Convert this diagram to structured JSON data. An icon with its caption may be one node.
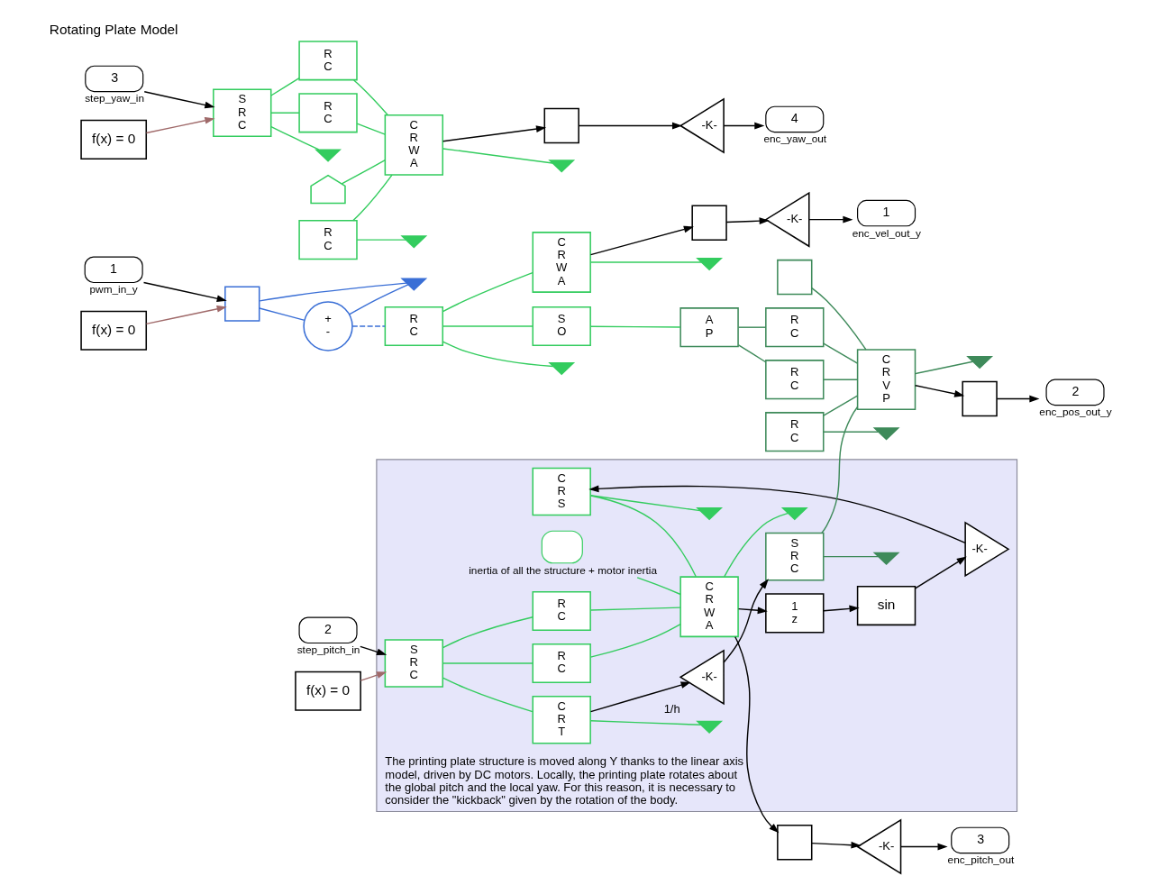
{
  "diagram": {
    "nodes": [
      {
        "text": [
          "1"
        ],
        "beside": [
          "pwm_in_y"
        ]
      },
      {
        "text": [
          "f(x) = 0"
        ]
      },
      {
        "text": [],
        "shape": "box"
      },
      {
        "text": [
          "+",
          "-"
        ]
      },
      {
        "text": [],
        "shape": "ground"
      },
      {
        "text": [
          "R",
          "C"
        ]
      },
      {
        "text": [],
        "shape": "ground"
      },
      {
        "text": [
          "C",
          "R",
          "W",
          "A"
        ]
      },
      {
        "text": [],
        "shape": "ground"
      },
      {
        "text": [],
        "shape": "box"
      },
      {
        "text": [
          "-K-"
        ]
      },
      {
        "text": [
          "1"
        ],
        "beside": [
          "enc_vel_out_y"
        ]
      },
      {
        "text": [
          "S",
          "O"
        ]
      },
      {
        "text": [
          "A",
          "P"
        ]
      },
      {
        "text": [
          "R",
          "C"
        ]
      },
      {
        "text": [
          "R",
          "C"
        ]
      },
      {
        "text": [],
        "shape": "box"
      },
      {
        "text": [
          "R",
          "C"
        ]
      },
      {
        "text": [],
        "shape": "ground"
      },
      {
        "text": [
          "C",
          "R",
          "V",
          "P"
        ]
      },
      {
        "text": [],
        "shape": "ground"
      },
      {
        "text": [],
        "shape": "box"
      },
      {
        "text": [
          "2"
        ],
        "beside": [
          "enc_pos_out_y"
        ]
      },
      {
        "text": [
          "The printing plate structure is moved along Y thanks to the linear axis model, driven by DC motors. Locally, the printing plate rotates about the global pitch and the local yaw. For this reason, it is necessary to consider the \"kickback\" given by the rotation of the body."
        ]
      },
      {
        "text": [
          "C",
          "R",
          "S"
        ],
        "in": 23
      },
      {
        "text": [],
        "shape": "ground",
        "in": 23
      },
      {
        "text": [
          "-K-"
        ],
        "in": 23
      },
      {
        "text": [
          "sin"
        ],
        "in": 23
      },
      {
        "text": [
          "1",
          "z"
        ],
        "in": 23
      },
      {
        "text": [
          "2"
        ],
        "beside": [
          "step_pitch_in"
        ]
      },
      {
        "text": [
          "S",
          "R",
          "C"
        ],
        "in": 23
      },
      {
        "text": [
          "R",
          "C"
        ],
        "in": 23
      },
      {
        "text": [
          "R",
          "C"
        ],
        "in": 23
      },
      {
        "text": [],
        "shape": "dome",
        "beside": [
          "inertia of all the structure + motor inertia"
        ],
        "in": 23
      },
      {
        "text": [
          "C",
          "R",
          "W",
          "A"
        ],
        "in": 23
      },
      {
        "text": [],
        "shape": "ground",
        "in": 23
      },
      {
        "text": [],
        "shape": "box"
      },
      {
        "text": [
          "-K-"
        ]
      },
      {
        "text": [
          "3"
        ],
        "beside": [
          "enc_pitch_out"
        ]
      },
      {
        "text": [
          "f(x) = 0"
        ]
      },
      {
        "text": [
          "C",
          "R",
          "T"
        ],
        "in": 23
      },
      {
        "text": [],
        "shape": "ground",
        "in": 23
      },
      {
        "text": [
          "-K-"
        ],
        "beside": [
          "1/h"
        ],
        "in": 23
      },
      {
        "text": [
          "S",
          "R",
          "C"
        ],
        "in": 23
      },
      {
        "text": [],
        "shape": "ground",
        "in": 23
      },
      {
        "text": [
          "3"
        ],
        "beside": [
          "step_yaw_in"
        ]
      },
      {
        "text": [
          "S",
          "R",
          "C"
        ]
      },
      {
        "text": [
          "R",
          "C"
        ]
      },
      {
        "text": [
          "R",
          "C"
        ]
      },
      {
        "text": [
          "R",
          "C"
        ]
      },
      {
        "text": [],
        "shape": "dome"
      },
      {
        "text": [
          "C",
          "R",
          "W",
          "A"
        ]
      },
      {
        "text": [],
        "shape": "box"
      },
      {
        "text": [
          "-K-"
        ]
      },
      {
        "text": [
          "4"
        ],
        "beside": [
          "enc_yaw_out"
        ]
      },
      {
        "text": [],
        "shape": "ground"
      },
      {
        "text": [
          "f(x) = 0"
        ]
      },
      {
        "text": [],
        "shape": "ground"
      },
      {
        "text": [],
        "shape": "ground"
      }
    ],
    "edges": [
      {
        "from": 0,
        "to": 2,
        "arrow": "to",
        "color": "#000000"
      },
      {
        "from": 1,
        "to": 2,
        "arrow": "to",
        "color": "#a06a6a"
      },
      {
        "from": 2,
        "to": 3,
        "arrow": "none",
        "color": "#3a6fd6"
      },
      {
        "from": 2,
        "to": 4,
        "arrow": "none",
        "color": "#3a6fd6"
      },
      {
        "from": 3,
        "to": 4,
        "arrow": "none",
        "color": "#3a6fd6"
      },
      {
        "from": 3,
        "to": 5,
        "arrow": "none",
        "style": "dashed",
        "color": "#3a6fd6"
      },
      {
        "from": 5,
        "to": 7,
        "arrow": "none",
        "color": "#33cc5e"
      },
      {
        "from": 5,
        "to": 12,
        "arrow": "none",
        "color": "#33cc5e"
      },
      {
        "from": 5,
        "to": 6,
        "arrow": "none",
        "color": "#33cc5e"
      },
      {
        "from": 7,
        "to": 8,
        "arrow": "none",
        "color": "#33cc5e"
      },
      {
        "from": 7,
        "to": 9,
        "arrow": "to",
        "color": "#000000"
      },
      {
        "from": 9,
        "to": 10,
        "arrow": "to",
        "color": "#000000"
      },
      {
        "from": 10,
        "to": 11,
        "arrow": "to",
        "color": "#000000"
      },
      {
        "from": 12,
        "to": 13,
        "arrow": "none",
        "color": "#33cc5e"
      },
      {
        "from": 13,
        "to": 14,
        "arrow": "none",
        "color": "#3e8a5a"
      },
      {
        "from": 13,
        "to": 15,
        "arrow": "none",
        "color": "#3e8a5a"
      },
      {
        "from": 14,
        "to": 19,
        "arrow": "none",
        "color": "#3e8a5a"
      },
      {
        "from": 15,
        "to": 19,
        "arrow": "none",
        "color": "#3e8a5a"
      },
      {
        "from": 16,
        "to": 19,
        "arrow": "none",
        "color": "#3e8a5a"
      },
      {
        "from": 17,
        "to": 19,
        "arrow": "none",
        "color": "#3e8a5a"
      },
      {
        "from": 43,
        "to": 19,
        "arrow": "none",
        "color": "#3e8a5a"
      },
      {
        "from": 17,
        "to": 18,
        "arrow": "none",
        "color": "#3e8a5a"
      },
      {
        "from": 19,
        "to": 20,
        "arrow": "none",
        "color": "#3e8a5a"
      },
      {
        "from": 19,
        "to": 21,
        "arrow": "to",
        "color": "#000000"
      },
      {
        "from": 21,
        "to": 22,
        "arrow": "to",
        "color": "#000000"
      },
      {
        "from": 29,
        "to": 30,
        "arrow": "to",
        "color": "#000000"
      },
      {
        "from": 39,
        "to": 30,
        "arrow": "to",
        "color": "#a06a6a"
      },
      {
        "from": 30,
        "to": 31,
        "arrow": "none",
        "color": "#33cc5e"
      },
      {
        "from": 30,
        "to": 32,
        "arrow": "none",
        "color": "#33cc5e"
      },
      {
        "from": 31,
        "to": 34,
        "arrow": "none",
        "color": "#33cc5e"
      },
      {
        "from": 32,
        "to": 34,
        "arrow": "none",
        "color": "#33cc5e"
      },
      {
        "from": 24,
        "to": 34,
        "arrow": "none",
        "color": "#33cc5e"
      },
      {
        "from": 33,
        "to": 34,
        "arrow": "none",
        "color": "#33cc5e"
      },
      {
        "from": 24,
        "to": 25,
        "arrow": "none",
        "color": "#33cc5e"
      },
      {
        "from": 26,
        "to": 24,
        "arrow": "to",
        "color": "#000000"
      },
      {
        "from": 27,
        "to": 26,
        "arrow": "to",
        "color": "#000000"
      },
      {
        "from": 28,
        "to": 27,
        "arrow": "to",
        "color": "#000000"
      },
      {
        "from": 34,
        "to": 36,
        "arrow": "to",
        "color": "#000000"
      },
      {
        "from": 34,
        "to": 28,
        "arrow": "to",
        "color": "#000000"
      },
      {
        "from": 34,
        "to": 35,
        "arrow": "none",
        "color": "#33cc5e"
      },
      {
        "from": 36,
        "to": 37,
        "arrow": "to",
        "color": "#000000"
      },
      {
        "from": 37,
        "to": 38,
        "arrow": "to",
        "color": "#000000"
      },
      {
        "from": 30,
        "to": 40,
        "arrow": "none",
        "color": "#33cc5e"
      },
      {
        "from": 40,
        "to": 41,
        "arrow": "none",
        "color": "#33cc5e"
      },
      {
        "from": 40,
        "to": 42,
        "arrow": "to",
        "color": "#000000"
      },
      {
        "from": 42,
        "to": 43,
        "arrow": "to",
        "color": "#000000"
      },
      {
        "from": 43,
        "to": 44,
        "arrow": "none",
        "color": "#3e8a5a"
      },
      {
        "from": 45,
        "to": 46,
        "arrow": "to",
        "color": "#000000"
      },
      {
        "from": 56,
        "to": 46,
        "arrow": "to",
        "color": "#a06a6a"
      },
      {
        "from": 46,
        "to": 55,
        "arrow": "none",
        "color": "#33cc5e"
      },
      {
        "from": 46,
        "to": 47,
        "arrow": "none",
        "color": "#33cc5e"
      },
      {
        "from": 46,
        "to": 48,
        "arrow": "none",
        "color": "#33cc5e"
      },
      {
        "from": 47,
        "to": 51,
        "arrow": "none",
        "color": "#33cc5e"
      },
      {
        "from": 48,
        "to": 51,
        "arrow": "none",
        "color": "#33cc5e"
      },
      {
        "from": 49,
        "to": 51,
        "arrow": "none",
        "color": "#33cc5e"
      },
      {
        "from": 50,
        "to": 51,
        "arrow": "none",
        "color": "#33cc5e"
      },
      {
        "from": 49,
        "to": 57,
        "arrow": "none",
        "color": "#33cc5e"
      },
      {
        "from": 51,
        "to": 58,
        "arrow": "none",
        "color": "#33cc5e"
      },
      {
        "from": 51,
        "to": 52,
        "arrow": "to",
        "color": "#000000"
      },
      {
        "from": 52,
        "to": 53,
        "arrow": "to",
        "color": "#000000"
      },
      {
        "from": 53,
        "to": 54,
        "arrow": "to",
        "color": "#000000"
      }
    ],
    "labels": [
      "Rotating Plate Model"
    ]
  }
}
